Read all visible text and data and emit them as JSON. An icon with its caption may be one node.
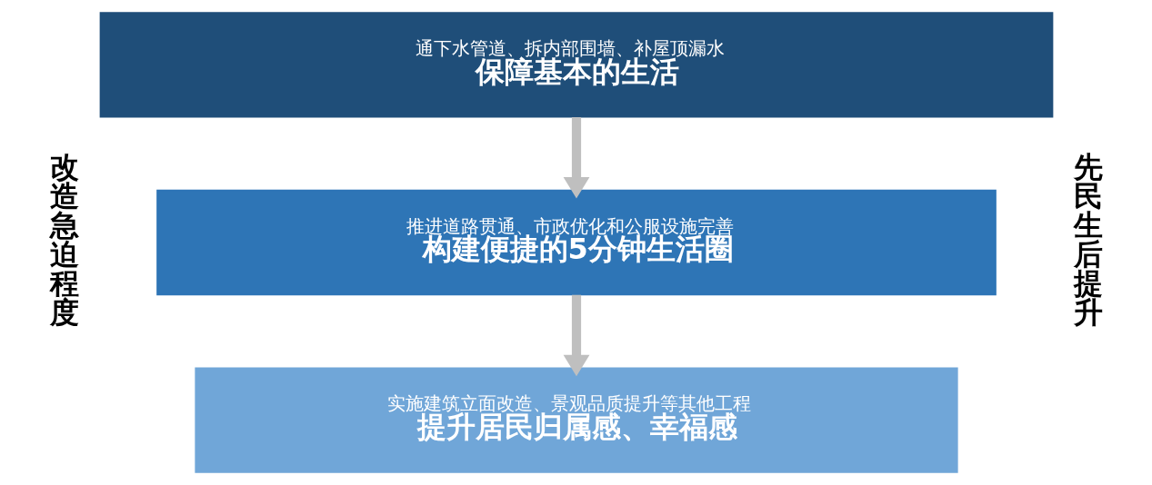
{
  "diagram": {
    "nodes": [
      {
        "text": [
          "通下水管道、拆内部围墙、补屋顶漏水",
          "保障基本的生活"
        ]
      },
      {
        "text": [
          "推进道路贯通、市政优化和公服设施完善",
          "构建便捷的5分钟生活圈"
        ]
      },
      {
        "text": [
          "实施建筑立面改造、景观品质提升等其他工程",
          "提升居民归属感、幸福感"
        ]
      }
    ],
    "edges": [
      {
        "from": 0,
        "to": 1,
        "arrow": "to"
      },
      {
        "from": 1,
        "to": 2,
        "arrow": "to"
      }
    ],
    "labels": [
      "改造急迫程度",
      "先民生后提升"
    ]
  }
}
